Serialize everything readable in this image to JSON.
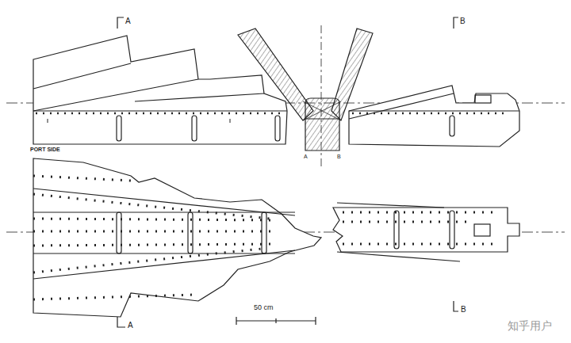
{
  "diagram": {
    "labels": [
      "A",
      "B",
      "A",
      "B",
      "PORT SIDE",
      "A",
      "50 cm",
      "B",
      "知乎用户"
    ]
  }
}
